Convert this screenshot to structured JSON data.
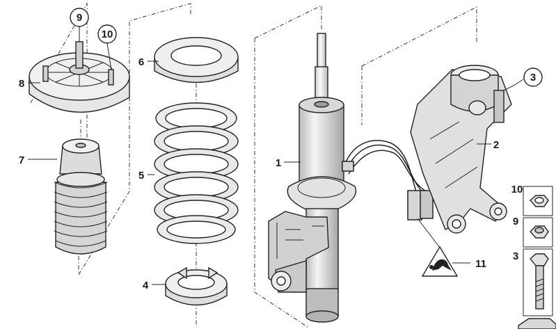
{
  "diagram": {
    "callouts": [
      "9",
      "10",
      "8",
      "7",
      "6",
      "5",
      "4",
      "1",
      "11",
      "2",
      "3"
    ],
    "legend": [
      "10",
      "9",
      "3"
    ]
  },
  "colors": {
    "line": "#222222",
    "part_fill": "#e9e9e9",
    "part_shade": "#cfcfcf",
    "part_dark": "#a9a9a9",
    "background": "#ffffff"
  }
}
